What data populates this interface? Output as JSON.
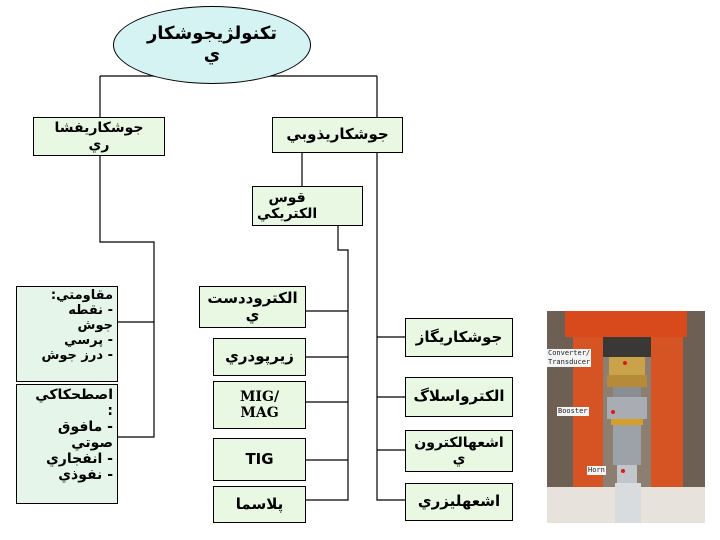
{
  "root": "تكنولژيجوشكار\nي",
  "fusion": "جوشكاريذوبي",
  "pressure": "جوشكاريفشا\nري",
  "arc": "قوس\nالكتريكي",
  "arc_items": [
    "الكتروددست\nي",
    "زيرپودري",
    "MIG/\nMAG",
    "TIG",
    "پلاسما"
  ],
  "fusion_items": [
    "جوشكاريگاز",
    "الكترواسلاگ",
    "اشعهالكترون\nي",
    "اشعهليزري"
  ],
  "resistance": "مقاومتي:\n- نقطه\nجوش\n- پرسي\n- درز جوش",
  "friction": "اصطحكاكي\n:\n- مافوق\nصوتي\n- انفجاري\n- نفوذي",
  "photo_labels": {
    "converter": "Converter/\nTransducer",
    "booster": "Booster",
    "horn": "Horn"
  },
  "colors": {
    "root_fill": "#d6f3f4",
    "box_fill": "#e8f8e2",
    "line": "#000000"
  }
}
